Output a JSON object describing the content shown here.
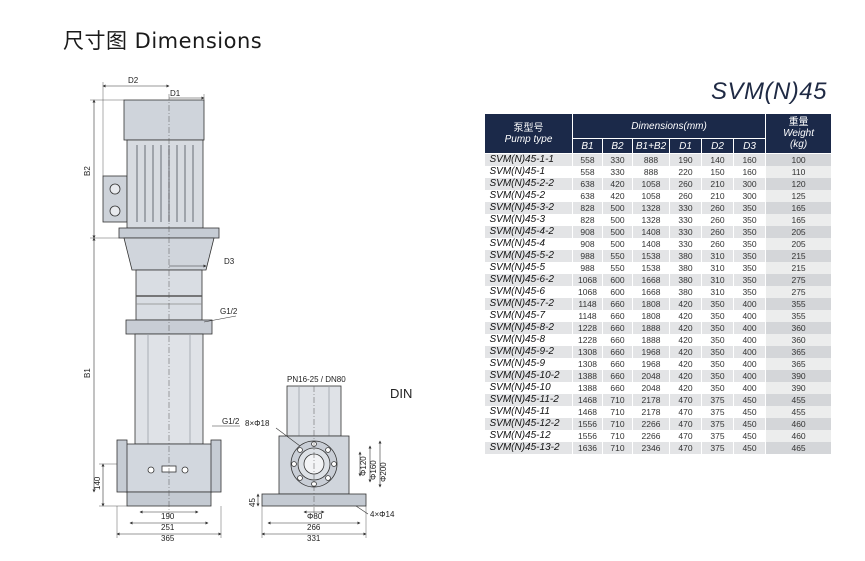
{
  "page_title": "尺寸图 Dimensions",
  "model_title": "SVM(N)45",
  "din_label": "DIN",
  "drawing": {
    "labels": {
      "d2": "D2",
      "d1": "D1",
      "b2": "B2",
      "b1": "B1",
      "d3": "D3",
      "g_top": "G1/2",
      "g_bottom": "G1/2",
      "flange_holes": "8×Φ18",
      "pn": "PN16-25 / DN80",
      "phi120": "Φ120",
      "phi160": "Φ160",
      "phi200": "Φ200",
      "phi80": "Φ80",
      "base_holes": "4×Φ14",
      "h140": "140",
      "w190": "190",
      "w251": "251",
      "w365": "365",
      "h45": "45",
      "w266": "266",
      "w331": "331"
    }
  },
  "table": {
    "header": {
      "pump_type_cn": "泵型号",
      "pump_type_en": "Pump type",
      "dimensions": "Dimensions(mm)",
      "weight_cn": "重量",
      "weight_en": "Weight",
      "weight_unit": "(kg)",
      "cols": [
        "B1",
        "B2",
        "B1+B2",
        "D1",
        "D2",
        "D3"
      ]
    },
    "rows": [
      {
        "model": "SVM(N)45-1-1",
        "b1": "558",
        "b2": "330",
        "b1b2": "888",
        "d1": "190",
        "d2": "140",
        "d3": "160",
        "w": "100"
      },
      {
        "model": "SVM(N)45-1",
        "b1": "558",
        "b2": "330",
        "b1b2": "888",
        "d1": "220",
        "d2": "150",
        "d3": "160",
        "w": "110"
      },
      {
        "model": "SVM(N)45-2-2",
        "b1": "638",
        "b2": "420",
        "b1b2": "1058",
        "d1": "260",
        "d2": "210",
        "d3": "300",
        "w": "120"
      },
      {
        "model": "SVM(N)45-2",
        "b1": "638",
        "b2": "420",
        "b1b2": "1058",
        "d1": "260",
        "d2": "210",
        "d3": "300",
        "w": "125"
      },
      {
        "model": "SVM(N)45-3-2",
        "b1": "828",
        "b2": "500",
        "b1b2": "1328",
        "d1": "330",
        "d2": "260",
        "d3": "350",
        "w": "165"
      },
      {
        "model": "SVM(N)45-3",
        "b1": "828",
        "b2": "500",
        "b1b2": "1328",
        "d1": "330",
        "d2": "260",
        "d3": "350",
        "w": "165"
      },
      {
        "model": "SVM(N)45-4-2",
        "b1": "908",
        "b2": "500",
        "b1b2": "1408",
        "d1": "330",
        "d2": "260",
        "d3": "350",
        "w": "205"
      },
      {
        "model": "SVM(N)45-4",
        "b1": "908",
        "b2": "500",
        "b1b2": "1408",
        "d1": "330",
        "d2": "260",
        "d3": "350",
        "w": "205"
      },
      {
        "model": "SVM(N)45-5-2",
        "b1": "988",
        "b2": "550",
        "b1b2": "1538",
        "d1": "380",
        "d2": "310",
        "d3": "350",
        "w": "215"
      },
      {
        "model": "SVM(N)45-5",
        "b1": "988",
        "b2": "550",
        "b1b2": "1538",
        "d1": "380",
        "d2": "310",
        "d3": "350",
        "w": "215"
      },
      {
        "model": "SVM(N)45-6-2",
        "b1": "1068",
        "b2": "600",
        "b1b2": "1668",
        "d1": "380",
        "d2": "310",
        "d3": "350",
        "w": "275"
      },
      {
        "model": "SVM(N)45-6",
        "b1": "1068",
        "b2": "600",
        "b1b2": "1668",
        "d1": "380",
        "d2": "310",
        "d3": "350",
        "w": "275"
      },
      {
        "model": "SVM(N)45-7-2",
        "b1": "1148",
        "b2": "660",
        "b1b2": "1808",
        "d1": "420",
        "d2": "350",
        "d3": "400",
        "w": "355"
      },
      {
        "model": "SVM(N)45-7",
        "b1": "1148",
        "b2": "660",
        "b1b2": "1808",
        "d1": "420",
        "d2": "350",
        "d3": "400",
        "w": "355"
      },
      {
        "model": "SVM(N)45-8-2",
        "b1": "1228",
        "b2": "660",
        "b1b2": "1888",
        "d1": "420",
        "d2": "350",
        "d3": "400",
        "w": "360"
      },
      {
        "model": "SVM(N)45-8",
        "b1": "1228",
        "b2": "660",
        "b1b2": "1888",
        "d1": "420",
        "d2": "350",
        "d3": "400",
        "w": "360"
      },
      {
        "model": "SVM(N)45-9-2",
        "b1": "1308",
        "b2": "660",
        "b1b2": "1968",
        "d1": "420",
        "d2": "350",
        "d3": "400",
        "w": "365"
      },
      {
        "model": "SVM(N)45-9",
        "b1": "1308",
        "b2": "660",
        "b1b2": "1968",
        "d1": "420",
        "d2": "350",
        "d3": "400",
        "w": "365"
      },
      {
        "model": "SVM(N)45-10-2",
        "b1": "1388",
        "b2": "660",
        "b1b2": "2048",
        "d1": "420",
        "d2": "350",
        "d3": "400",
        "w": "390"
      },
      {
        "model": "SVM(N)45-10",
        "b1": "1388",
        "b2": "660",
        "b1b2": "2048",
        "d1": "420",
        "d2": "350",
        "d3": "400",
        "w": "390"
      },
      {
        "model": "SVM(N)45-11-2",
        "b1": "1468",
        "b2": "710",
        "b1b2": "2178",
        "d1": "470",
        "d2": "375",
        "d3": "450",
        "w": "455"
      },
      {
        "model": "SVM(N)45-11",
        "b1": "1468",
        "b2": "710",
        "b1b2": "2178",
        "d1": "470",
        "d2": "375",
        "d3": "450",
        "w": "455"
      },
      {
        "model": "SVM(N)45-12-2",
        "b1": "1556",
        "b2": "710",
        "b1b2": "2266",
        "d1": "470",
        "d2": "375",
        "d3": "450",
        "w": "460"
      },
      {
        "model": "SVM(N)45-12",
        "b1": "1556",
        "b2": "710",
        "b1b2": "2266",
        "d1": "470",
        "d2": "375",
        "d3": "450",
        "w": "460"
      },
      {
        "model": "SVM(N)45-13-2",
        "b1": "1636",
        "b2": "710",
        "b1b2": "2346",
        "d1": "470",
        "d2": "375",
        "d3": "450",
        "w": "465"
      }
    ]
  }
}
